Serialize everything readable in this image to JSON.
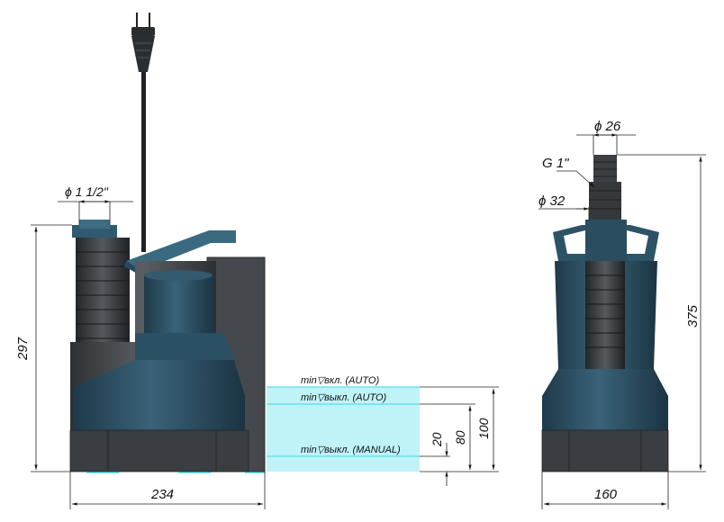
{
  "dimensions": {
    "outlet_diameter": "ϕ 1 1/2\"",
    "height_left": "297",
    "width_left": "234",
    "diameter_top": "ϕ 26",
    "thread": "G 1\"",
    "diameter_mid": "ϕ 32",
    "height_right": "375",
    "width_right": "160",
    "level_20": "20",
    "level_80": "80",
    "level_100": "100"
  },
  "levels": {
    "on_auto": "min▽вкл. (AUTO)",
    "off_auto": "min▽выкл. (AUTO)",
    "off_manual": "min▽выкл. (MANUAL)"
  },
  "colors": {
    "body_blue": "#2d4f63",
    "body_dark": "#243f50",
    "housing_grey": "#4a4e52",
    "housing_dark": "#35383b",
    "water": "#bff3f8",
    "water_line": "#3fd6e6"
  }
}
